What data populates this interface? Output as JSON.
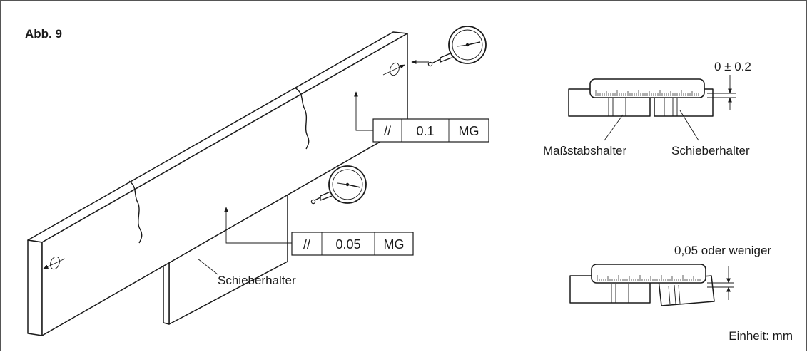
{
  "figure_title": "Abb. 9",
  "tolerance_frame_top": {
    "symbol": "//",
    "value": "0.1",
    "datum": "MG"
  },
  "tolerance_frame_bottom": {
    "symbol": "//",
    "value": "0.05",
    "datum": "MG"
  },
  "label_slider_holder": "Schieberhalter",
  "label_scale_holder": "Maßstabshalter",
  "label_slider_holder_detail": "Schieberhalter",
  "dim_top": "0 ± 0.2",
  "dim_bottom": "0,05 oder weniger",
  "unit": "Einheit: mm"
}
